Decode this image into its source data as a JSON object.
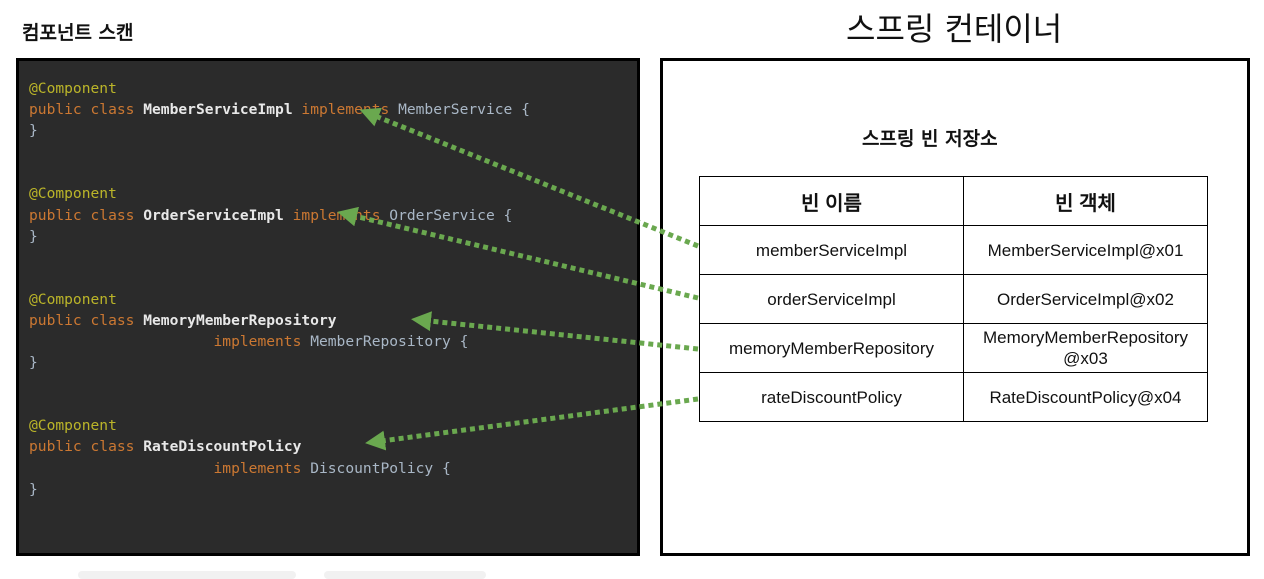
{
  "left_title": "컴포넌트 스캔",
  "right_title": "스프링 컨테이너",
  "repository_title": "스프링 빈 저장소",
  "code_blocks": [
    {
      "annotation": "@Component",
      "keywords": "public class",
      "class_name": "MemberServiceImpl",
      "implements_keyword": "implements",
      "interface_name": "MemberService",
      "open_brace": "{",
      "close_brace": "}"
    },
    {
      "annotation": "@Component",
      "keywords": "public class",
      "class_name": "OrderServiceImpl",
      "implements_keyword": "implements",
      "interface_name": "OrderService",
      "open_brace": "{",
      "close_brace": "}"
    },
    {
      "annotation": "@Component",
      "keywords": "public class",
      "class_name": "MemoryMemberRepository",
      "implements_keyword": "implements",
      "interface_name": "MemberRepository",
      "open_brace": "{",
      "close_brace": "}"
    },
    {
      "annotation": "@Component",
      "keywords": "public class",
      "class_name": "RateDiscountPolicy",
      "implements_keyword": "implements",
      "interface_name": "DiscountPolicy",
      "open_brace": "{",
      "close_brace": "}"
    }
  ],
  "bean_table": {
    "headers": [
      "빈 이름",
      "빈 객체"
    ],
    "rows": [
      {
        "name": "memberServiceImpl",
        "object": "MemberServiceImpl@x01",
        "object_line2": ""
      },
      {
        "name": "orderServiceImpl",
        "object": "OrderServiceImpl@x02",
        "object_line2": ""
      },
      {
        "name": "memoryMemberRepository",
        "object": "MemoryMemberRepository",
        "object_line2": "@x03"
      },
      {
        "name": "rateDiscountPolicy",
        "object": "RateDiscountPolicy@x04",
        "object_line2": ""
      }
    ]
  },
  "colors": {
    "code_background": "#2b2b2b",
    "annotation": "#bbb529",
    "keyword": "#cc7832",
    "arrow": "#6aa84f"
  }
}
